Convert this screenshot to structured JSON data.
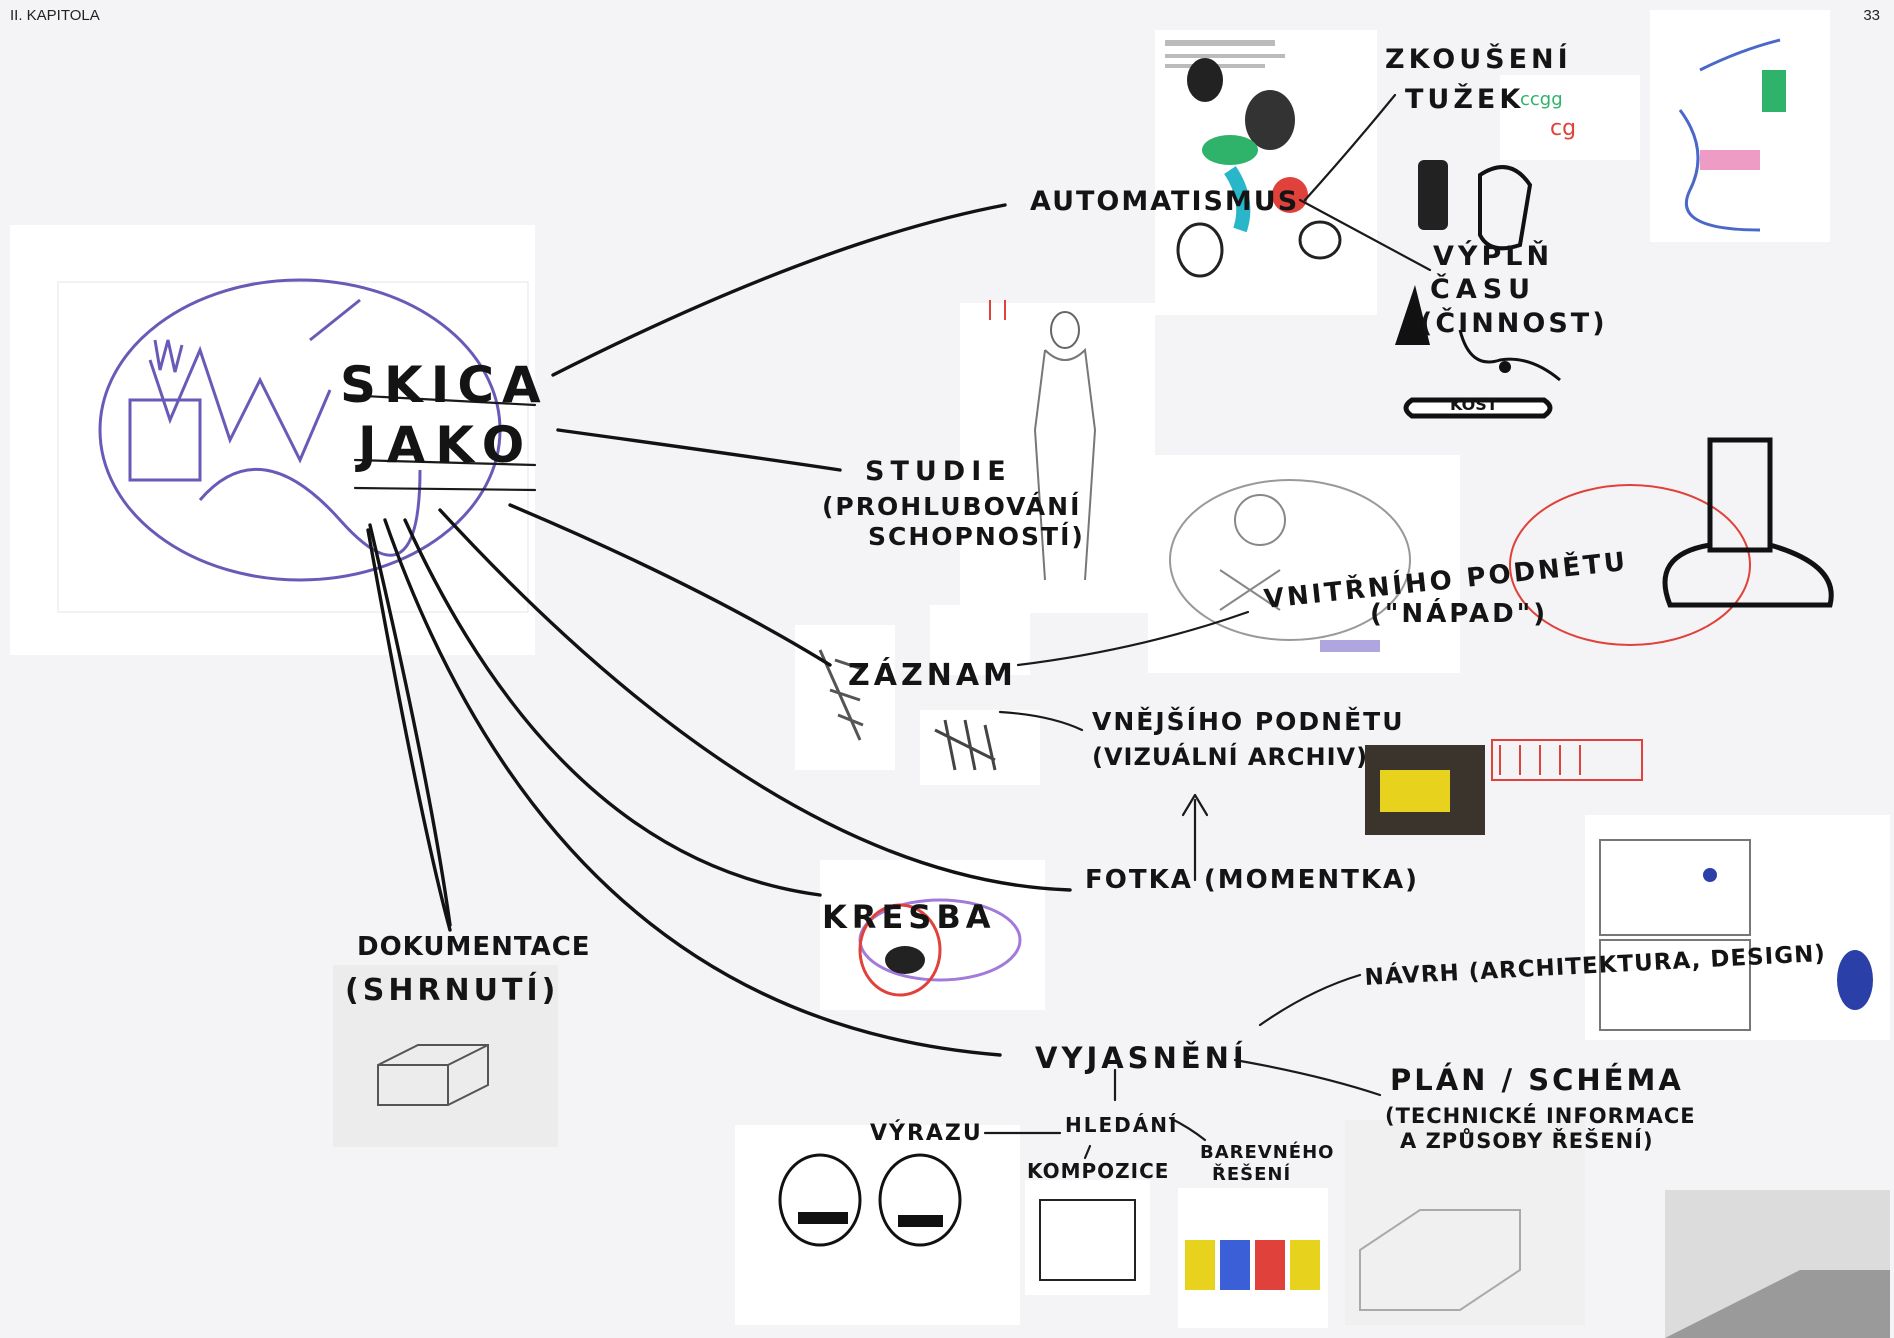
{
  "header": {
    "chapter": "II. KAPITOLA",
    "page_number": "33"
  },
  "diagram": {
    "center": {
      "line1": "SKICA",
      "line2": "JAKO"
    },
    "nodes": {
      "automatismus": "AUTOMATISMUS",
      "zkouseni_line1": "ZKOUŠENÍ",
      "zkouseni_line2": "TUŽEK",
      "vypln_line1": "VÝPLŇ",
      "vypln_line2": "ČASU",
      "vypln_line3": "(ČINNOST)",
      "kost": "KOST",
      "studie_line1": "STUDIE",
      "studie_line2": "(PROHLUBOVÁNÍ",
      "studie_line3": "SCHOPNOSTÍ)",
      "vnitrniho_line1": "VNITŘNÍHO PODNĚTU",
      "vnitrniho_line2": "(\"NÁPAD\")",
      "zaznam": "ZÁZNAM",
      "vnejsiho_line1": "VNĚJŠÍHO PODNĚTU",
      "vnejsiho_line2": "(VIZUÁLNÍ ARCHIV)",
      "fotka": "FOTKA (MOMENTKA)",
      "kresba": "KRESBA",
      "dokumentace_line1": "DOKUMENTACE",
      "dokumentace_line2": "(SHRNUTÍ)",
      "navrh": "NÁVRH (ARCHITEKTURA, DESIGN)",
      "vyjasneni": "VYJASNĚNÍ",
      "plan_line1": "PLÁN / SCHÉMA",
      "plan_line2": "(TECHNICKÉ INFORMACE",
      "plan_line3": "A ZPŮSOBY ŘEŠENÍ)",
      "vyrazu": "VÝRAZU",
      "hledani": "HLEDÁNÍ",
      "kompozice": "KOMPOZICE",
      "barevneho_line1": "BAREVNÉHO",
      "barevneho_line2": "ŘEŠENÍ"
    }
  },
  "colors": {
    "background": "#f4f4f6",
    "ink": "#141414",
    "violet_sketch": "#6a5ab8",
    "red_sketch": "#e0413a",
    "yellow_photo": "#e7d21e"
  }
}
